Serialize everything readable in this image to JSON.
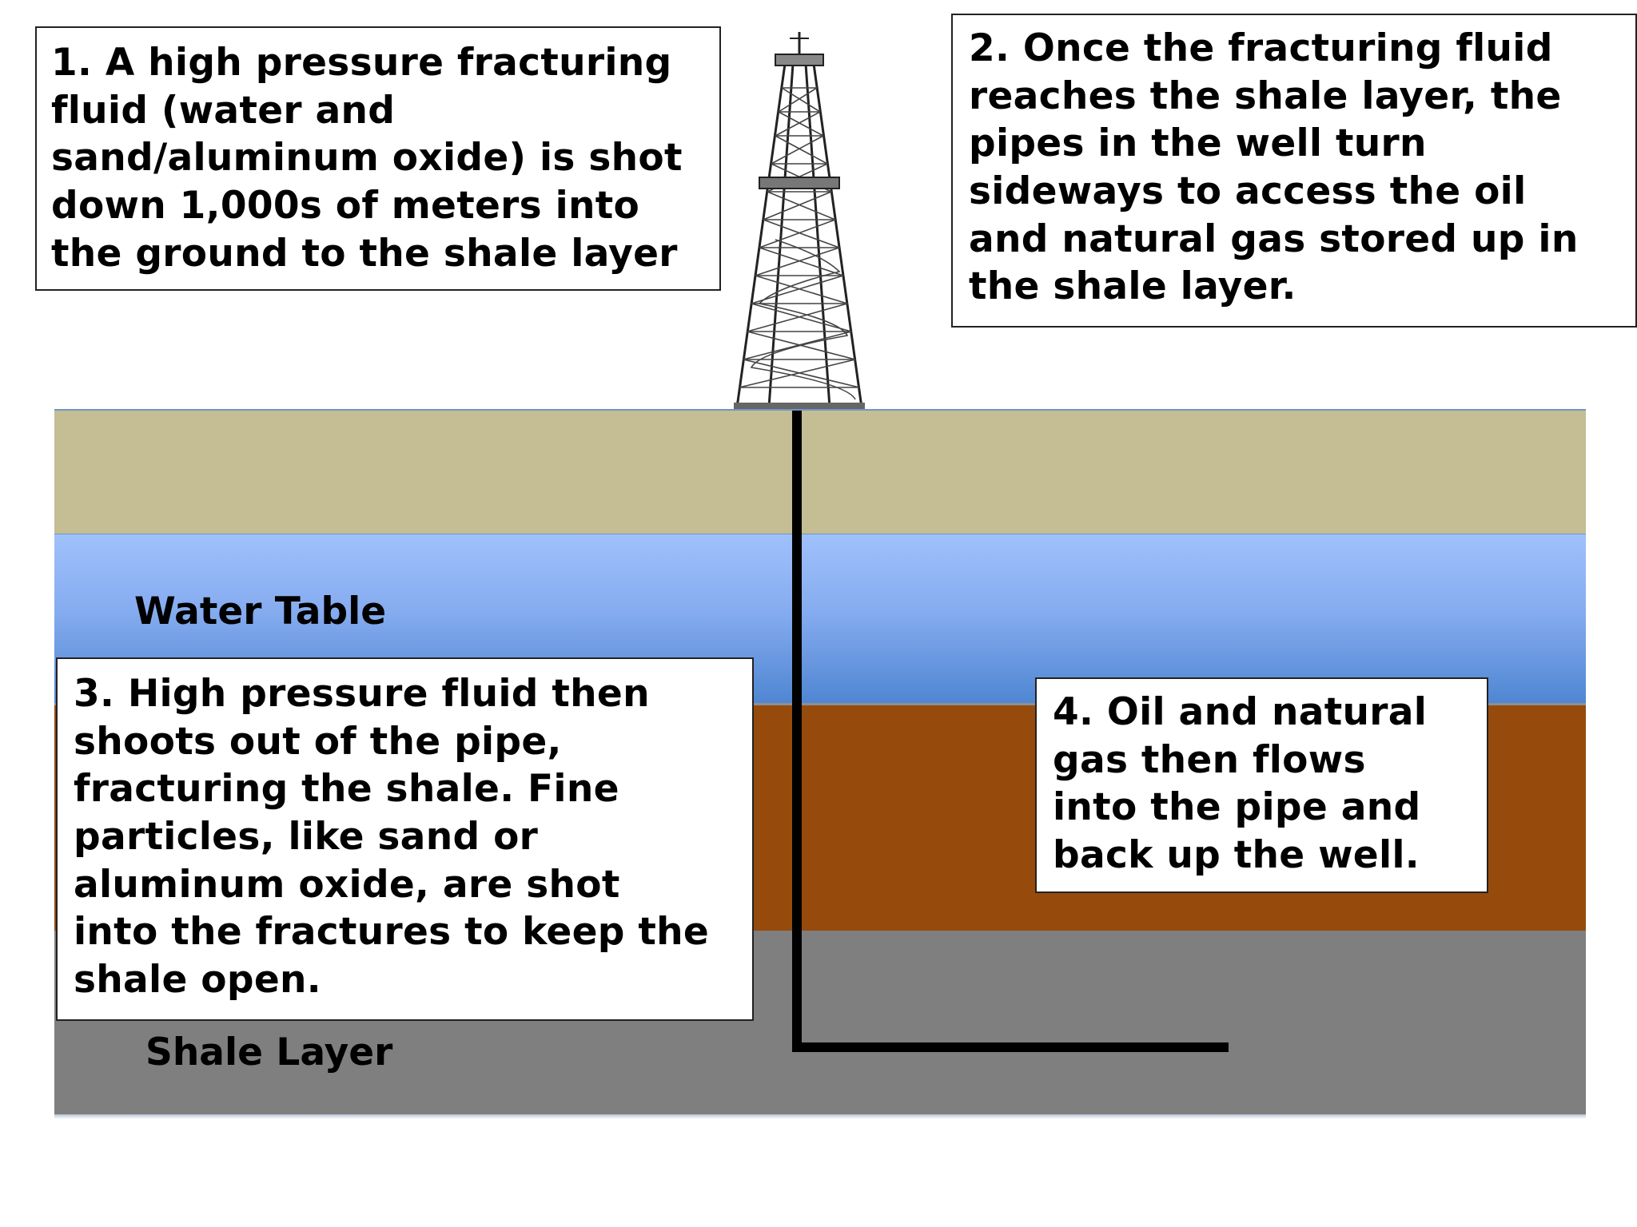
{
  "layers": {
    "water_table_label": "Water Table",
    "shale_layer_label": "Shale Layer"
  },
  "callouts": {
    "step1": "1. A high pressure fracturing\nfluid (water and\nsand/aluminum oxide) is shot\ndown 1,000s of meters into\nthe ground to the shale layer",
    "step2": "2. Once the fracturing fluid\nreaches the shale layer, the\npipes in the well turn\nsideways to access the oil\nand natural gas stored up in\nthe shale layer.",
    "step3": "3. High pressure fluid then\nshoots out of the pipe,\nfracturing the shale.  Fine\nparticles, like sand or\naluminum oxide, are shot\ninto the fractures to keep the\nshale open.",
    "step4": "4.  Oil and natural\ngas then flows\ninto the pipe and\nback up the well."
  },
  "colors": {
    "topsoil": "#c5bd93",
    "water_table": "#86acf0",
    "rock": "#964b0d",
    "shale": "#7f7f7f",
    "pipe": "#000000"
  },
  "icons": {
    "derrick": "drilling-derrick-icon"
  }
}
